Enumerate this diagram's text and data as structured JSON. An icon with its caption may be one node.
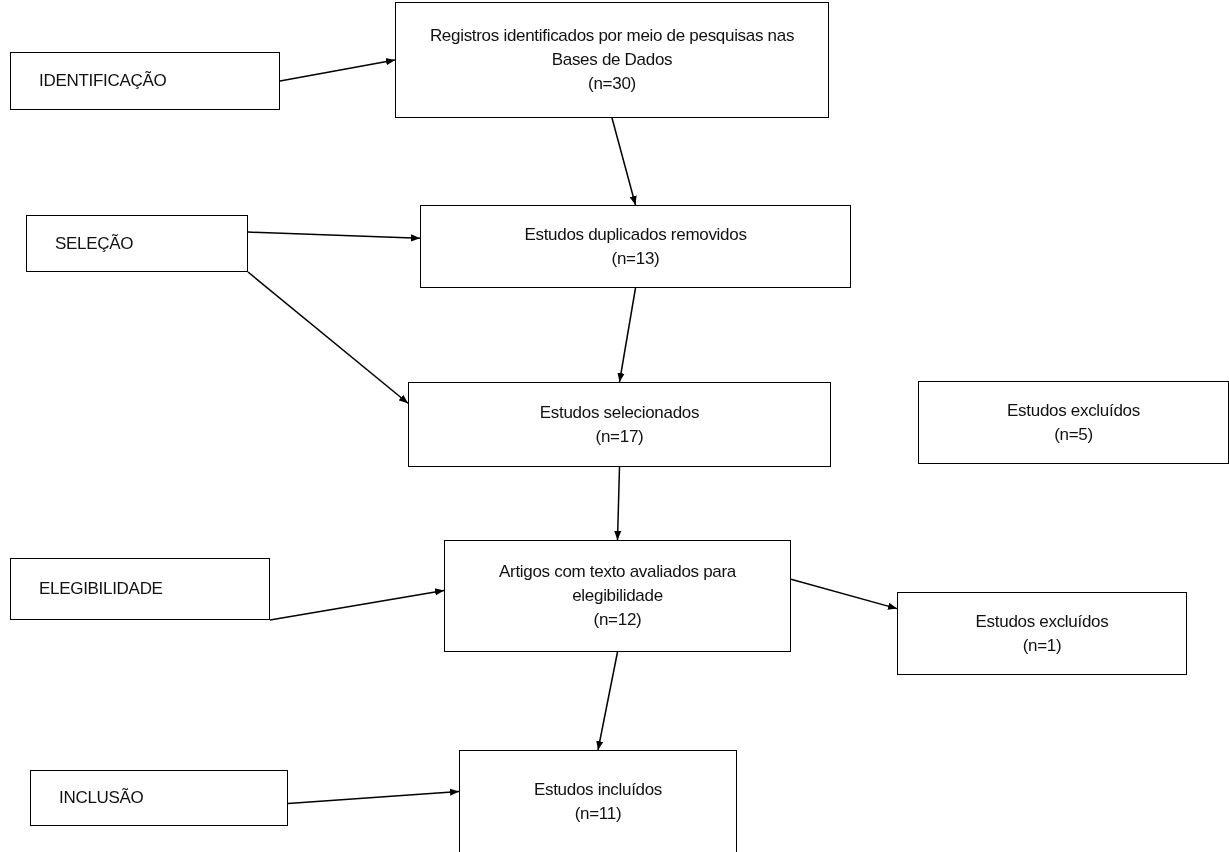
{
  "diagram": {
    "nodes": [
      {
        "text": [
          "IDENTIFICAÇÃO"
        ]
      },
      {
        "text": [
          "Registros identificados por meio de pesquisas nas Bases de Dados",
          "(n=30)"
        ]
      },
      {
        "text": [
          "SELEÇÃO"
        ]
      },
      {
        "text": [
          "Estudos duplicados removidos",
          "(n=13)"
        ]
      },
      {
        "text": [
          "Estudos selecionados",
          "(n=17)"
        ]
      },
      {
        "text": [
          "Estudos excluídos",
          "(n=5)"
        ]
      },
      {
        "text": [
          "ELEGIBILIDADE"
        ]
      },
      {
        "text": [
          "Artigos com texto avaliados para elegibilidade",
          "(n=12)"
        ]
      },
      {
        "text": [
          "Estudos excluídos",
          "(n=1)"
        ]
      },
      {
        "text": [
          "INCLUSÃO"
        ]
      },
      {
        "text": [
          "Estudos incluídos",
          "(n=11)"
        ]
      }
    ],
    "edges": [
      {
        "from": 0,
        "to": 1,
        "arrow": "to"
      },
      {
        "from": 1,
        "to": 3,
        "arrow": "to"
      },
      {
        "from": 2,
        "to": 3,
        "arrow": "to"
      },
      {
        "from": 2,
        "to": 4,
        "arrow": "to"
      },
      {
        "from": 3,
        "to": 4,
        "arrow": "to"
      },
      {
        "from": 4,
        "to": 7,
        "arrow": "to"
      },
      {
        "from": 6,
        "to": 7,
        "arrow": "to"
      },
      {
        "from": 7,
        "to": 8,
        "arrow": "to"
      },
      {
        "from": 7,
        "to": 10,
        "arrow": "to"
      },
      {
        "from": 9,
        "to": 10,
        "arrow": "to"
      }
    ]
  }
}
